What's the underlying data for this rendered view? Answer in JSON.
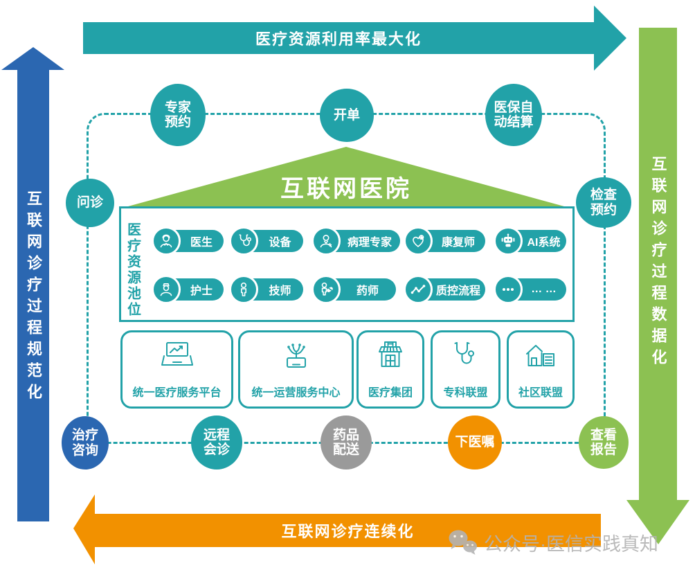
{
  "colors": {
    "teal": "#22a2a8",
    "green": "#8cc152",
    "blue": "#2b67b1",
    "orange": "#f29100",
    "gray": "#9a9a9a",
    "watermarkgray": "#b3b3b3"
  },
  "arrows": {
    "top": {
      "label": "医疗资源利用率最大化"
    },
    "left": {
      "label": "互联网诊疗过程规范化"
    },
    "right": {
      "label": "互联网诊疗过程数据化"
    },
    "bottom": {
      "label": "互联网诊疗连续化"
    }
  },
  "cycle_nodes": [
    {
      "id": "expert-booking",
      "label": "专家\n预约",
      "color": "teal"
    },
    {
      "id": "order",
      "label": "开单",
      "color": "teal"
    },
    {
      "id": "insurance-auto-settle",
      "label": "医保自\n动结算",
      "color": "teal"
    },
    {
      "id": "inquiry",
      "label": "问诊",
      "color": "teal"
    },
    {
      "id": "exam-booking",
      "label": "检查\n预约",
      "color": "teal"
    },
    {
      "id": "treatment-consult",
      "label": "治疗\n咨询",
      "color": "blue"
    },
    {
      "id": "remote-consult",
      "label": "远程\n会诊",
      "color": "teal"
    },
    {
      "id": "drug-delivery",
      "label": "药品\n配送",
      "color": "gray"
    },
    {
      "id": "doctor-order",
      "label": "下医嘱",
      "color": "orange"
    },
    {
      "id": "view-report",
      "label": "查看\n报告",
      "color": "green"
    }
  ],
  "hospital": {
    "title": "互联网医院",
    "pool_label": "医疗资源池位",
    "resources_row1": [
      {
        "icon": "doctor-icon",
        "label": "医生"
      },
      {
        "icon": "stethoscope-icon",
        "label": "设备"
      },
      {
        "icon": "pathologist-icon",
        "label": "病理专家"
      },
      {
        "icon": "heart-cross-icon",
        "label": "康复师"
      },
      {
        "icon": "robot-icon",
        "label": "AI系统"
      }
    ],
    "resources_row2": [
      {
        "icon": "nurse-icon",
        "label": "护士"
      },
      {
        "icon": "person-icon",
        "label": "技师"
      },
      {
        "icon": "pharmacist-icon",
        "label": "药师"
      },
      {
        "icon": "quality-flow-icon",
        "label": "质控流程"
      },
      {
        "icon": "ellipsis-icon",
        "label": "… …"
      }
    ]
  },
  "platforms": [
    {
      "icon": "laptop-chart-icon",
      "label": "统一医疗服务平台"
    },
    {
      "icon": "tablet-network-icon",
      "label": "统一运营服务中心"
    },
    {
      "icon": "hospital-store-icon",
      "label": "医疗集团"
    },
    {
      "icon": "stethoscope-big-icon",
      "label": "专科联盟"
    },
    {
      "icon": "community-houses-icon",
      "label": "社区联盟"
    }
  ],
  "watermark": {
    "text": "公众号·医信实践真知"
  }
}
